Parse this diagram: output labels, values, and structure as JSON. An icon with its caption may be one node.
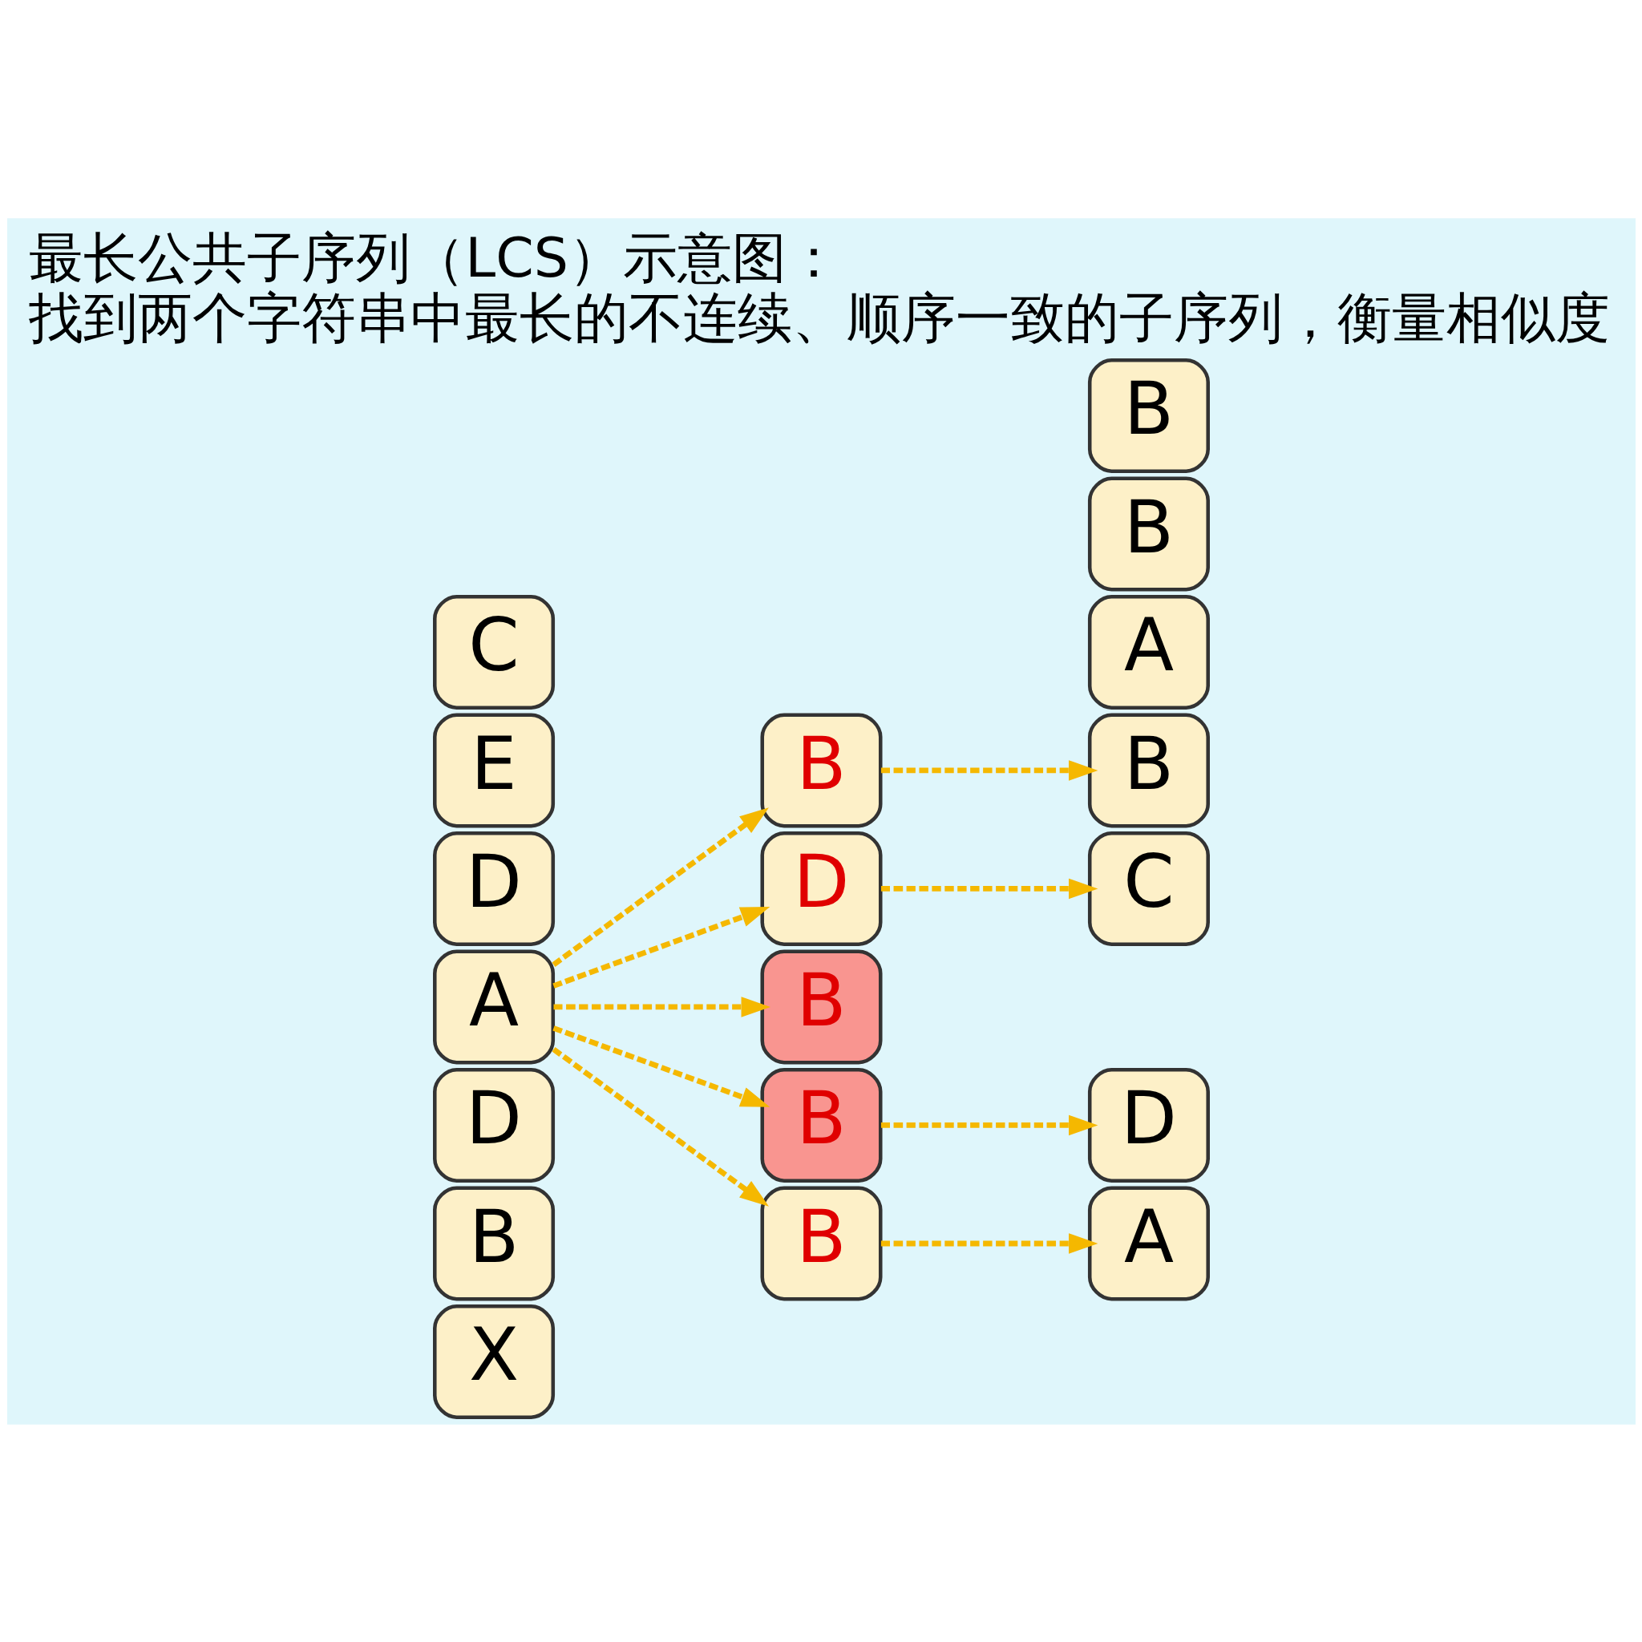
{
  "diagram": {
    "title": "最长公共子序列（LCS）示意图：",
    "caption": "找到两个字符串中最长的不连续、顺序一致的子序列，衡量相似度",
    "nodes": [
      {
        "text": [
          "X"
        ]
      },
      {
        "text": [
          "B"
        ]
      },
      {
        "text": [
          "D"
        ]
      },
      {
        "text": [
          "A"
        ]
      },
      {
        "text": [
          "D"
        ]
      },
      {
        "text": [
          "E"
        ]
      },
      {
        "text": [
          "C"
        ]
      },
      {
        "text": [
          "B"
        ]
      },
      {
        "text": [
          "D"
        ]
      },
      {
        "text": [
          "B"
        ]
      },
      {
        "text": [
          "B"
        ]
      },
      {
        "text": [
          "B"
        ]
      },
      {
        "text": [
          "A"
        ]
      },
      {
        "text": [
          "B"
        ]
      },
      {
        "text": [
          "C"
        ]
      },
      {
        "text": [
          "B"
        ]
      },
      {
        "text": [
          "D"
        ]
      },
      {
        "text": [
          "A"
        ]
      },
      {
        "text": [
          "B"
        ]
      }
    ],
    "edges": [
      {
        "from": 3,
        "to": 7,
        "arrow": "to",
        "style": "dashed"
      },
      {
        "from": 3,
        "to": 8,
        "arrow": "to",
        "style": "dashed"
      },
      {
        "from": 3,
        "to": 9,
        "arrow": "to",
        "style": "dashed"
      },
      {
        "from": 3,
        "to": 10,
        "arrow": "to",
        "style": "dashed"
      },
      {
        "from": 3,
        "to": 11,
        "arrow": "to",
        "style": "dashed"
      },
      {
        "from": 7,
        "to": 13,
        "arrow": "to",
        "style": "dashed"
      },
      {
        "from": 8,
        "to": 14,
        "arrow": "to",
        "style": "dashed"
      },
      {
        "from": 10,
        "to": 16,
        "arrow": "to",
        "style": "dashed"
      },
      {
        "from": 11,
        "to": 17,
        "arrow": "to",
        "style": "dashed"
      }
    ]
  }
}
